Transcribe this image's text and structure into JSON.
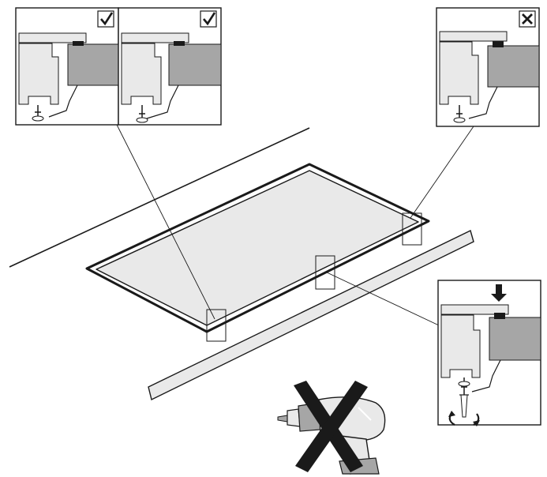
{
  "diagram": {
    "kind": "installation-instruction",
    "insets": [
      {
        "id": "top-left-a",
        "status": "correct",
        "icon": "check-icon"
      },
      {
        "id": "top-left-b",
        "status": "correct",
        "icon": "check-icon"
      },
      {
        "id": "top-right",
        "status": "incorrect",
        "icon": "cross-icon"
      },
      {
        "id": "bottom-right",
        "status": "adjust",
        "icon": "arrow-down-icon"
      }
    ],
    "prohibited_tool": {
      "icon": "power-drill-icon",
      "overlay": "big-cross-icon"
    },
    "colors": {
      "ink": "#1a1a1a",
      "light_gray": "#e9e9e9",
      "mid_gray": "#a6a6a6",
      "background": "#ffffff"
    }
  }
}
